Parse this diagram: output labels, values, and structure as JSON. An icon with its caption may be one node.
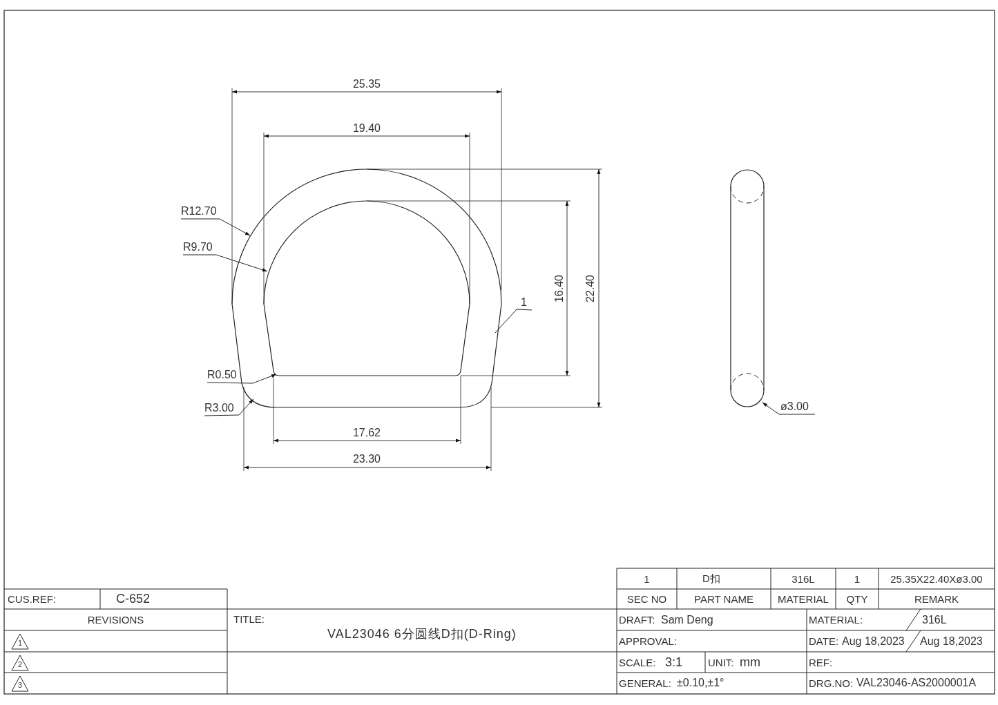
{
  "diagram": {
    "nodes": [
      {
        "text": [
          "R12.70"
        ]
      },
      {
        "text": [
          "R9.70"
        ]
      },
      {
        "text": [
          "R0.50"
        ]
      },
      {
        "text": [
          "R3.00"
        ]
      },
      {
        "text": [
          "1"
        ]
      },
      {
        "text": [
          "ø3.00"
        ]
      },
      {
        "text": [],
        "shape": "picture"
      },
      {
        "text": [],
        "shape": "picture"
      }
    ],
    "edges": [
      {
        "from": 0,
        "to": 6,
        "arrow": "to"
      },
      {
        "from": 1,
        "to": 6,
        "arrow": "to"
      },
      {
        "from": 2,
        "to": 6,
        "arrow": "to"
      },
      {
        "from": 3,
        "to": 6,
        "arrow": "to"
      },
      {
        "from": 4,
        "to": 6,
        "arrow": "none"
      },
      {
        "from": 5,
        "to": 7,
        "arrow": "to"
      }
    ],
    "labels": [
      "25.35",
      "19.40",
      "16.40",
      "22.40",
      "17.62",
      "23.30",
      "1",
      "D扣",
      "316L",
      "1",
      "25.35X22.40Xø3.00",
      "CUS.REF:",
      "C-652",
      "SEC NO",
      "PART NAME",
      "MATERIAL",
      "QTY",
      "REMARK",
      "REVISIONS",
      "1",
      "2",
      "3",
      "TITLE:",
      "VAL23046 6分圆线D扣(D-Ring)",
      "DRAFT:",
      "Sam Deng",
      "APPROVAL:",
      "SCALE:",
      "3:1",
      "UNIT:",
      "mm",
      "GENERAL:",
      "±0.10,±1°",
      "MATERIAL:",
      "316L",
      "DATE:",
      "Aug 18,2023",
      "Aug 18,2023",
      "REF:",
      "DRG.NO:",
      "VAL23046-AS2000001A"
    ]
  }
}
